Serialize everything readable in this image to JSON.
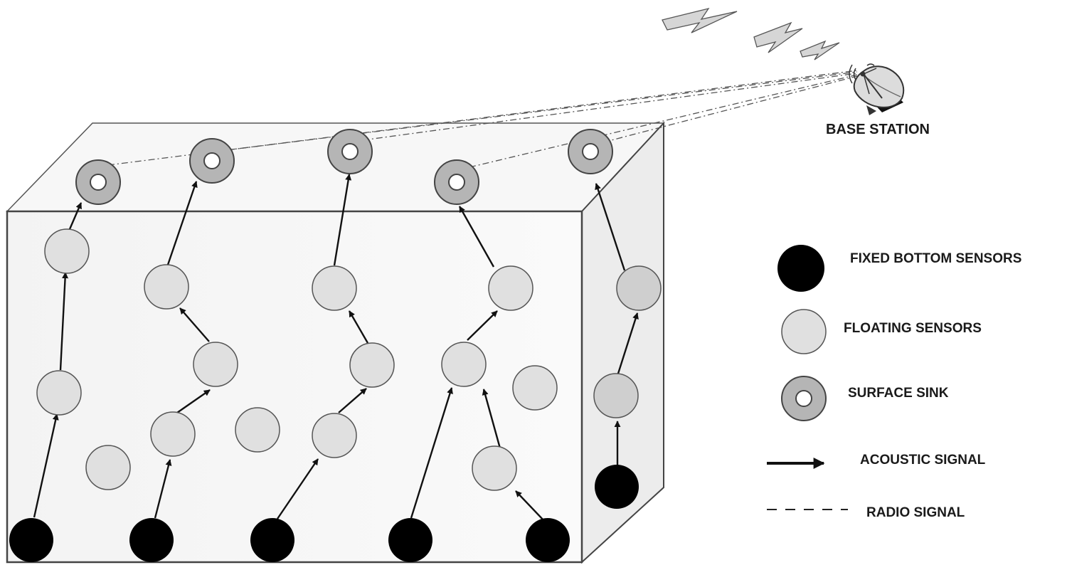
{
  "diagram": {
    "base_station_label": "BASE STATION",
    "legend": {
      "fixed_bottom_sensors": "FIXED BOTTOM SENSORS",
      "floating_sensors": "FLOATING SENSORS",
      "surface_sink": "SURFACE SINK",
      "acoustic_signal": "ACOUSTIC SIGNAL",
      "radio_signal": "RADIO SIGNAL"
    },
    "colors": {
      "fixed_sensor": "#000000",
      "floating_sensor": "#e0e0e0",
      "surface_sink": "#b5b5b5",
      "box_face": "#f5f5f5",
      "box_edge": "#444444"
    }
  }
}
